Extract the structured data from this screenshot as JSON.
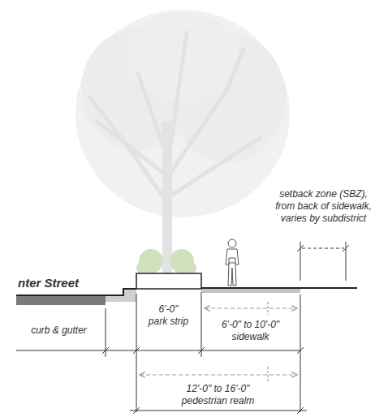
{
  "diagram": {
    "labels": [
      "setback zone (SBZ), from back of sidewalk, varies by subdistrict",
      "nter Street",
      "curb & gutter",
      "6'-0\" park strip",
      "6'-0\" to 10'-0\" sidewalk",
      "12'-0\" to 16'-0\" pedestrian realm"
    ]
  }
}
